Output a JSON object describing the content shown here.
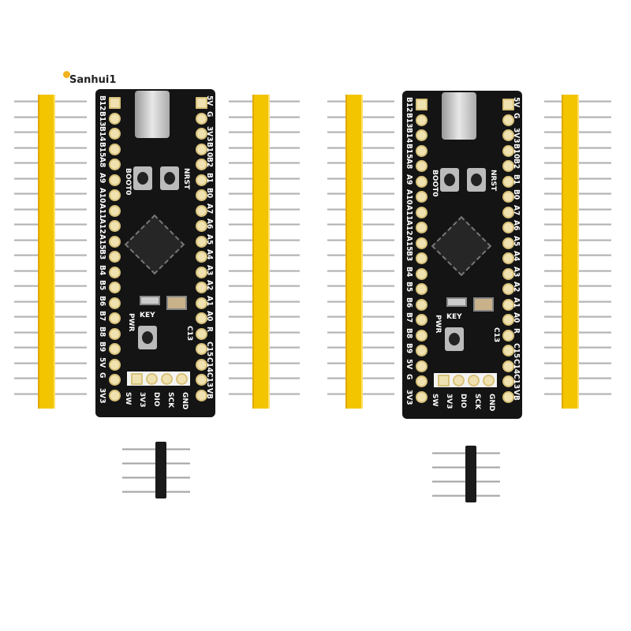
{
  "watermark": "Sanhui1",
  "board": {
    "left_pins": [
      "B12",
      "B13",
      "B14",
      "B15",
      "A8",
      "A9",
      "A10",
      "A11",
      "A12",
      "A15",
      "B3",
      "B4",
      "B5",
      "B6",
      "B7",
      "B8",
      "B9",
      "5V",
      "G",
      "3V3"
    ],
    "right_pins": [
      "5V",
      "G",
      "3V3",
      "B10",
      "B2",
      "B1",
      "B0",
      "A7",
      "A6",
      "A5",
      "A4",
      "A3",
      "A2",
      "A1",
      "A0",
      "R",
      "C15",
      "C14",
      "C13",
      "VB"
    ],
    "bottom_pins": [
      "SW",
      "3V3",
      "DIO",
      "SCK",
      "GND"
    ],
    "buttons": {
      "boot": "BOOT0",
      "reset": "NRST",
      "key": "KEY",
      "power": "PWR",
      "led": "C13"
    }
  },
  "colors": {
    "pcb": "#141414",
    "header": "#f3c400",
    "pad": "#f0e2b0"
  }
}
